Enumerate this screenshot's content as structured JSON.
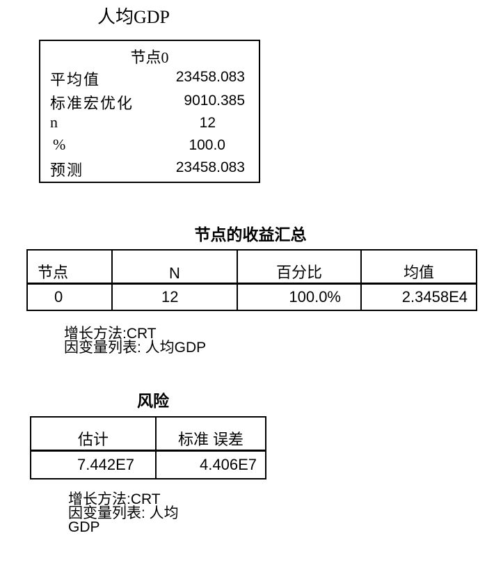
{
  "tree": {
    "title": "人均GDP",
    "node": {
      "title": "节点0",
      "rows": [
        {
          "label": "平均值",
          "value": "23458.083"
        },
        {
          "label": "标准宏优化",
          "value": "9010.385"
        },
        {
          "label": "n",
          "value": "12"
        },
        {
          "label": "%",
          "value": "100.0"
        },
        {
          "label": "预测",
          "value": "23458.083"
        }
      ]
    }
  },
  "gains": {
    "title": "节点的收益汇总",
    "headers": [
      "节点",
      "N",
      "百分比",
      "均值"
    ],
    "row": [
      "0",
      "12",
      "100.0%",
      "2.3458E4"
    ],
    "notes": [
      "增长方法:CRT",
      "因变量列表: 人均GDP"
    ]
  },
  "risk": {
    "title": "风险",
    "headers": [
      "估计",
      "标准 误差"
    ],
    "row": [
      "7.442E7",
      "4.406E7"
    ],
    "notes": [
      "增长方法:CRT",
      "因变量列表: 人均",
      "GDP"
    ]
  }
}
